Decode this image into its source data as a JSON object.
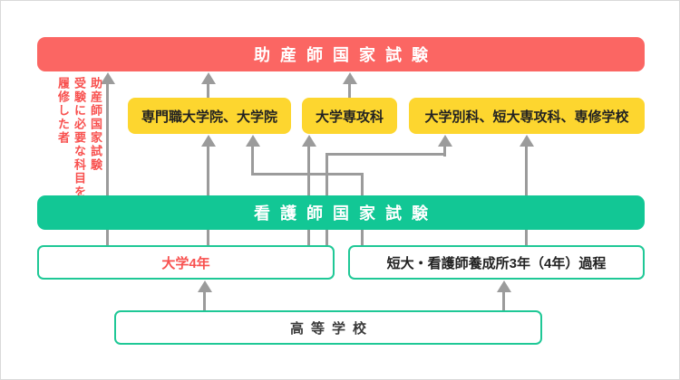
{
  "colors": {
    "exam_red_banner": "#fb6663",
    "exam_green_banner": "#12c795",
    "school_yellow": "#fdd62f",
    "note_red_text": "#f8514f",
    "connector_gray": "#9b9b9b",
    "program_box_border_green": "#1fc896"
  },
  "banners": {
    "midwife_exam": "助産師国家試験",
    "nurse_exam": "看護師国家試験"
  },
  "side_note": {
    "line1": "助産師国家試験",
    "line2": "受験に必要な科目を",
    "line3": "履修した者"
  },
  "midwife_schools": {
    "grad_school": "専門職大学院、大学院",
    "univ_advanced_course": "大学専攻科",
    "other_courses": "大学別科、短大専攻科、専修学校"
  },
  "nurse_programs": {
    "university": "大学4年",
    "junior_college": "短大・看護師養成所3年（4年）過程"
  },
  "high_school": {
    "label": "高等学校"
  }
}
